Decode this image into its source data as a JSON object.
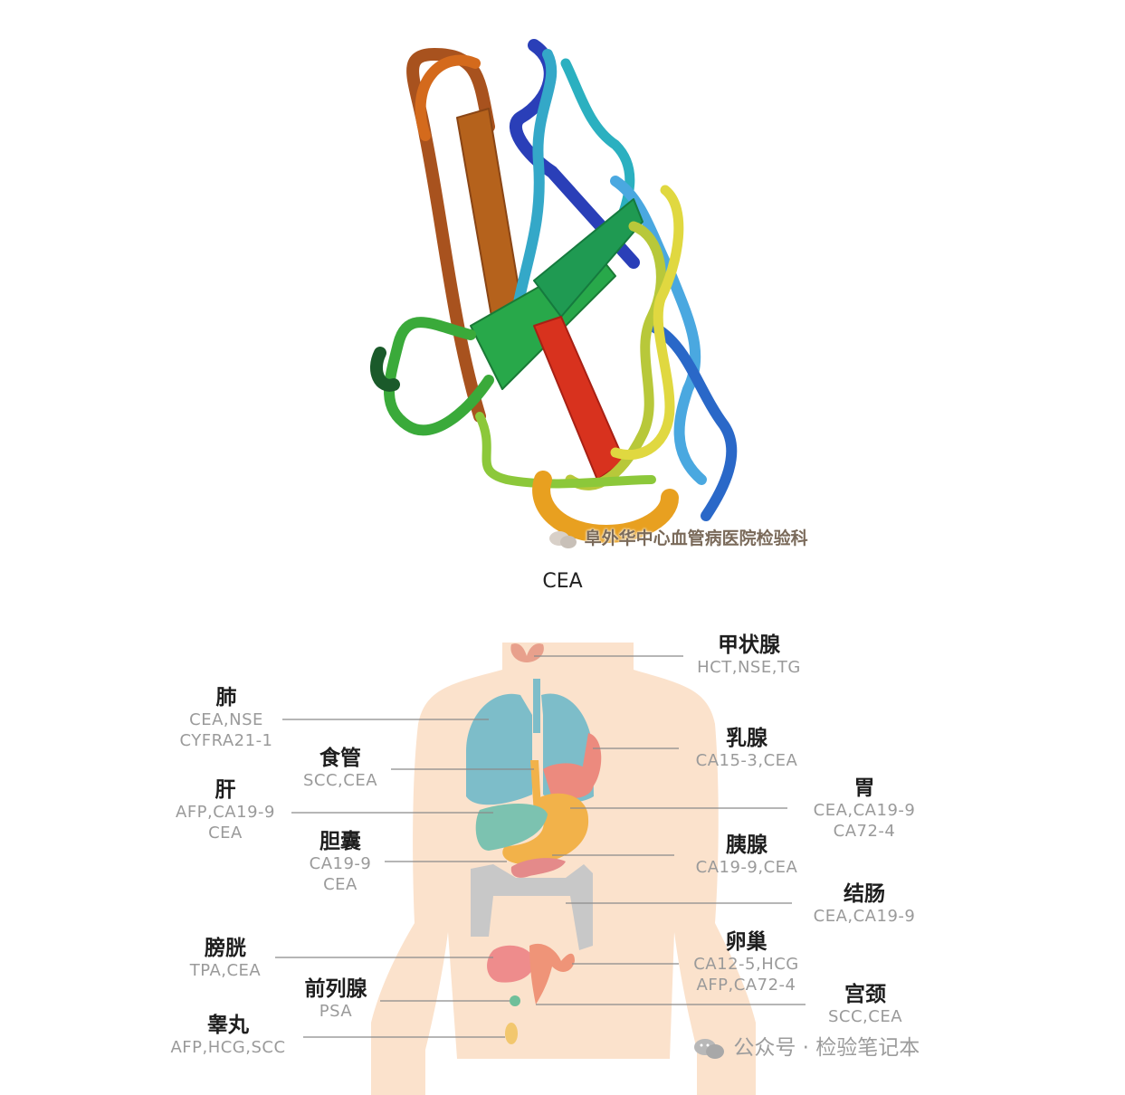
{
  "figure": {
    "caption": "CEA",
    "watermark_top": "阜外华中心血管病医院检验科",
    "watermark_bottom": "公众号 · 检验笔记本"
  },
  "organs": [
    {
      "key": "thyroid",
      "name": "甲状腺",
      "markers": [
        "HCT,NSE,TG"
      ]
    },
    {
      "key": "lung",
      "name": "肺",
      "markers": [
        "CEA,NSE",
        "CYFRA21-1"
      ]
    },
    {
      "key": "breast",
      "name": "乳腺",
      "markers": [
        "CA15-3,CEA"
      ]
    },
    {
      "key": "esophagus",
      "name": "食管",
      "markers": [
        "SCC,CEA"
      ]
    },
    {
      "key": "stomach",
      "name": "胃",
      "markers": [
        "CEA,CA19-9",
        "CA72-4"
      ]
    },
    {
      "key": "liver",
      "name": "肝",
      "markers": [
        "AFP,CA19-9",
        "CEA"
      ]
    },
    {
      "key": "gallbladder",
      "name": "胆囊",
      "markers": [
        "CA19-9",
        "CEA"
      ]
    },
    {
      "key": "pancreas",
      "name": "胰腺",
      "markers": [
        "CA19-9,CEA"
      ]
    },
    {
      "key": "colon",
      "name": "结肠",
      "markers": [
        "CEA,CA19-9"
      ]
    },
    {
      "key": "bladder",
      "name": "膀胱",
      "markers": [
        "TPA,CEA"
      ]
    },
    {
      "key": "ovary",
      "name": "卵巢",
      "markers": [
        "CA12-5,HCG",
        "AFP,CA72-4"
      ]
    },
    {
      "key": "prostate",
      "name": "前列腺",
      "markers": [
        "PSA"
      ]
    },
    {
      "key": "cervix",
      "name": "宫颈",
      "markers": [
        "SCC,CEA"
      ]
    },
    {
      "key": "testis",
      "name": "睾丸",
      "markers": [
        "AFP,HCG,SCC"
      ]
    }
  ],
  "colors": {
    "skin": "#fbe2cc",
    "lung": "#7dbdc9",
    "thyroid": "#e8a08c",
    "breast": "#ec8a7e",
    "stomach": "#f2b24a",
    "liver": "#7cc2b0",
    "pancreas": "#e48a8a",
    "colon": "#c8c8c8",
    "bladder": "#ee8c8c",
    "ovary": "#ef9478",
    "prostate": "#6fbf9a",
    "testis": "#f2c76e"
  }
}
